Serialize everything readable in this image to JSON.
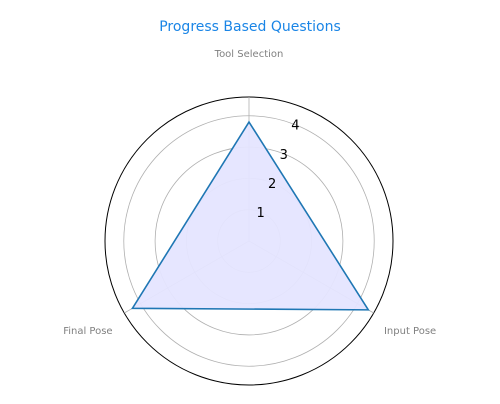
{
  "chart_data": {
    "type": "radar",
    "title": "Progress Based Questions",
    "axes": [
      "Tool Selection",
      "Input Pose",
      "Final Pose"
    ],
    "series": [
      {
        "values": [
          3.8,
          4.4,
          4.3
        ]
      }
    ],
    "rlim": [
      0,
      4.6
    ],
    "ticks": [
      1,
      2,
      3,
      4
    ],
    "grid": true,
    "legend": "none"
  },
  "colors": {
    "title": "#1a85e6",
    "axis_label": "#808080",
    "tick_label": "#000000",
    "grid": "#b0b0b0",
    "outer_ring": "#000000",
    "series_line": "#1f77b4",
    "series_fill": "#e5e5ff"
  }
}
